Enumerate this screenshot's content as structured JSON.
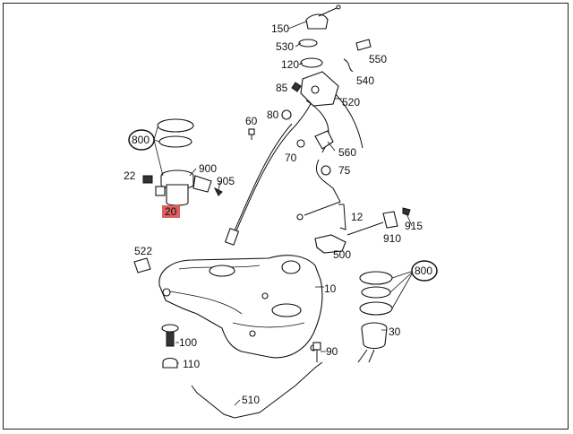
{
  "diagram": {
    "highlight_color": "#e06060",
    "labels": {
      "p10": "10",
      "p12": "12",
      "p20": "20",
      "p22": "22",
      "p30": "30",
      "p60": "60",
      "p70": "70",
      "p75": "75",
      "p80": "80",
      "p85": "85",
      "p90": "90",
      "p100": "100",
      "p110": "110",
      "p120": "120",
      "p150": "150",
      "p500": "500",
      "p510": "510",
      "p520": "520",
      "p522": "522",
      "p530": "530",
      "p540": "540",
      "p550": "550",
      "p560": "560",
      "p800a": "800",
      "p800b": "800",
      "p900": "900",
      "p905": "905",
      "p910": "910",
      "p915": "915"
    }
  }
}
